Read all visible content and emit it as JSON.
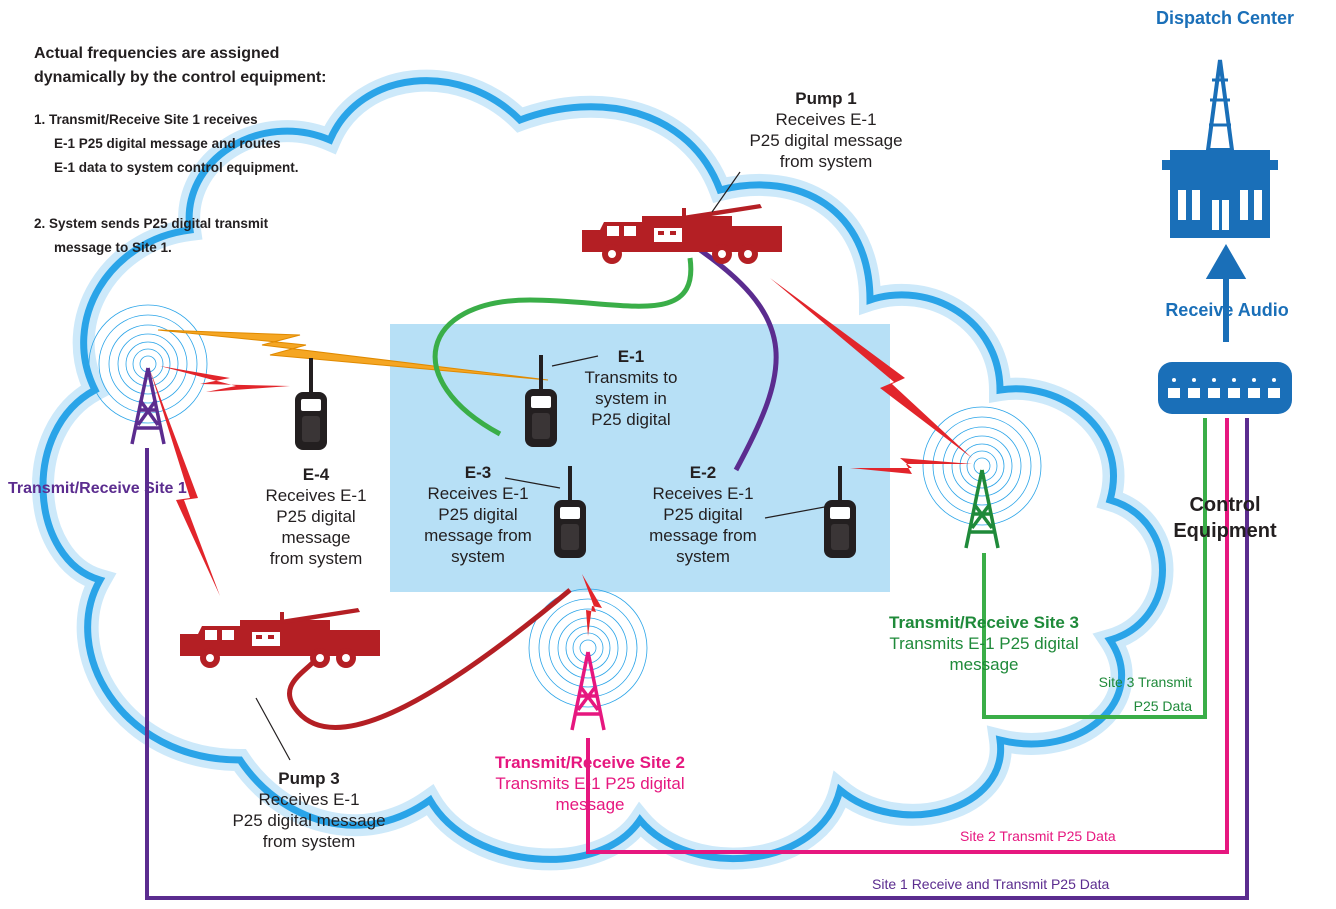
{
  "intro": {
    "heading_line1": "Actual frequencies are assigned",
    "heading_line2": "dynamically by the control equipment:",
    "step1_line1": "1. Transmit/Receive Site 1 receives",
    "step1_line2": "E-1 P25 digital message and routes",
    "step1_line3": "E-1 data to system control equipment.",
    "step2_line1": "2. System sends P25 digital transmit",
    "step2_line2": "message to Site 1."
  },
  "dispatch": {
    "title": "Dispatch Center",
    "receive_audio": "Receive Audio",
    "control_line1": "Control",
    "control_line2": "Equipment"
  },
  "units": {
    "pump1": {
      "name": "Pump 1",
      "line1": "Receives E-1",
      "line2": "P25 digital message",
      "line3": "from system"
    },
    "pump3": {
      "name": "Pump 3",
      "line1": "Receives E-1",
      "line2": "P25 digital message",
      "line3": "from system"
    },
    "e1": {
      "name": "E-1",
      "line1": "Transmits to",
      "line2": "system in",
      "line3": "P25 digital"
    },
    "e2": {
      "name": "E-2",
      "line1": "Receives E-1",
      "line2": "P25 digital",
      "line3": "message from",
      "line4": "system"
    },
    "e3": {
      "name": "E-3",
      "line1": "Receives E-1",
      "line2": "P25 digital",
      "line3": "message from",
      "line4": "system"
    },
    "e4": {
      "name": "E-4",
      "line1": "Receives E-1",
      "line2": "P25 digital",
      "line3": "message",
      "line4": "from system"
    }
  },
  "sites": {
    "site1": {
      "title": "Transmit/Receive Site 1",
      "color": "#5b2c8f"
    },
    "site2": {
      "title": "Transmit/Receive Site 2",
      "line1": "Transmits E-1 P25 digital",
      "line2": "message",
      "color": "#e6177f"
    },
    "site3": {
      "title": "Transmit/Receive Site 3",
      "line1": "Transmits E-1 P25 digital",
      "line2": "message",
      "color": "#1f8a3a"
    }
  },
  "links": {
    "site3_line1": "Site 3 Transmit",
    "site3_line2": "P25 Data",
    "site2": "Site 2 Transmit P25 Data",
    "site1": "Site 1 Receive and Transmit P25 Data"
  },
  "colors": {
    "cloud": "#2aa4e8",
    "cloud_glow": "#cde9fa",
    "zone": "#b7e0f6",
    "fire_truck": "#b41f24",
    "radio": "#231f20",
    "dispatch_blue": "#1a6fb8",
    "link_green": "#3aae48",
    "link_purple": "#5b2c8f",
    "link_red": "#b41f24",
    "signal_red": "#e2252b",
    "signal_orange": "#f5a623"
  }
}
